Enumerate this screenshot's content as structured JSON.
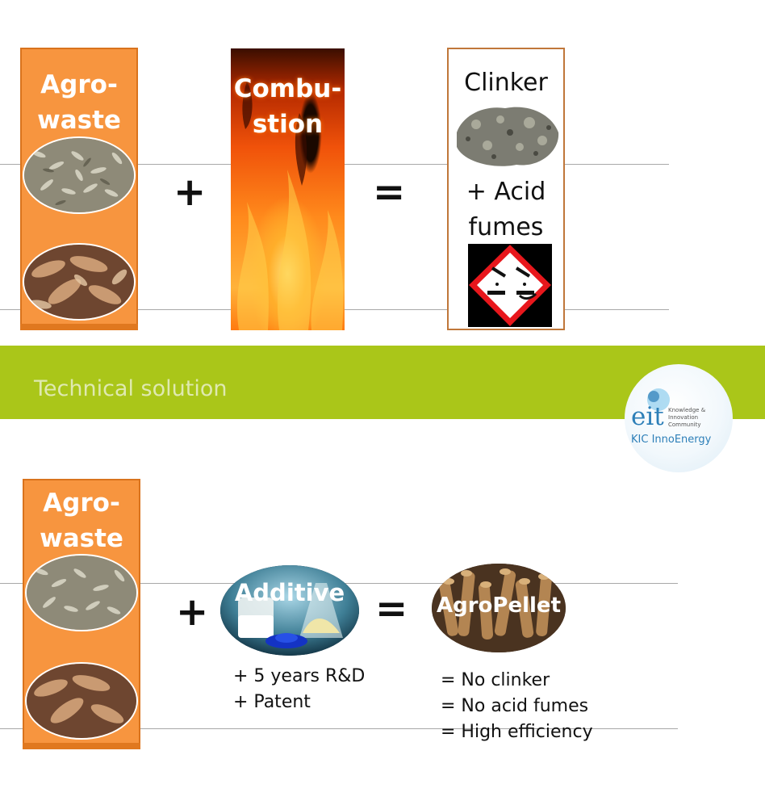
{
  "problem": {
    "agro_waste": {
      "line1": "Agro-",
      "line2": "waste"
    },
    "plus": "+",
    "combustion": {
      "line1": "Combu-",
      "line2": "stion"
    },
    "equals": "=",
    "clinker": "Clinker",
    "acid": {
      "line1": "+ Acid",
      "line2": "fumes"
    }
  },
  "band": {
    "title": "Technical solution",
    "logo": {
      "mark": "eit",
      "line1": "Knowledge &",
      "line2": "Innovation",
      "line3": "Community",
      "name": "KIC InnoEnergy"
    }
  },
  "solution": {
    "agro_waste": {
      "line1": "Agro-",
      "line2": "waste"
    },
    "plus": "+",
    "additive": "Additive",
    "additive_notes": [
      "+ 5 years R&D",
      "+ Patent"
    ],
    "equals": "=",
    "agropellet": "AgroPellet",
    "results": [
      "= No clinker",
      "= No acid fumes",
      "= High efficiency"
    ]
  },
  "colors": {
    "orange_box": "#f7953f",
    "green_band": "#aac619",
    "eit_blue": "#2d7fb8"
  }
}
